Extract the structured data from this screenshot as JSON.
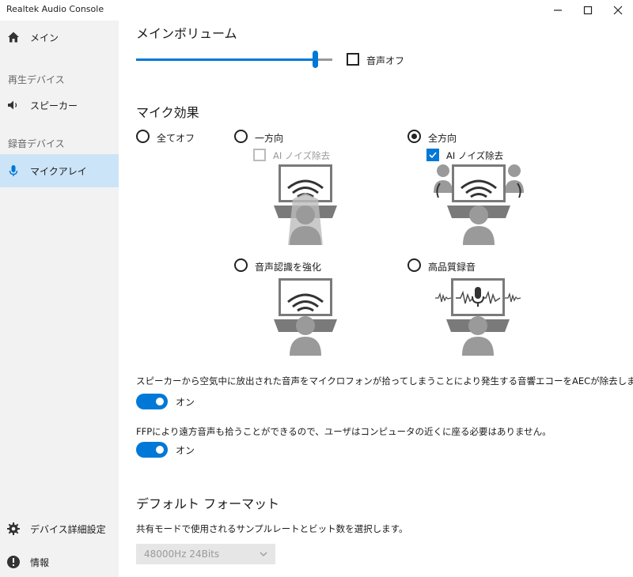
{
  "window": {
    "title": "Realtek Audio Console",
    "icons": [
      "minimize-icon",
      "maximize-icon",
      "close-icon"
    ]
  },
  "sidebar": {
    "items": [
      {
        "label": "メイン",
        "icon": "home-icon"
      },
      {
        "label": "スピーカー",
        "icon": "speaker-icon"
      },
      {
        "label": "マイクアレイ",
        "icon": "microphone-icon",
        "selected": true
      }
    ],
    "sections": [
      "再生デバイス",
      "録音デバイス"
    ],
    "bottom_items": [
      {
        "label": "デバイス詳細設定",
        "icon": "gear-icon"
      },
      {
        "label": "情報",
        "icon": "info-icon"
      }
    ]
  },
  "main_volume": {
    "heading": "メインボリューム",
    "level_percent": 91,
    "mute_label": "音声オフ",
    "mute_checked": false
  },
  "mic_effects": {
    "heading": "マイク効果",
    "options": [
      {
        "label": "全てオフ",
        "selected": false
      },
      {
        "label": "一方向",
        "selected": false,
        "ai_noise_label": "AI ノイズ除去",
        "ai_noise_checked": false,
        "ai_noise_enabled": false
      },
      {
        "label": "全方向",
        "selected": true,
        "ai_noise_label": "AI ノイズ除去",
        "ai_noise_checked": true,
        "ai_noise_enabled": true
      },
      {
        "label": "音声認識を強化",
        "selected": false
      },
      {
        "label": "高品質録音",
        "selected": false
      }
    ]
  },
  "aec": {
    "description": "スピーカーから空気中に放出された音声をマイクロフォンが拾ってしまうことにより発生する音響エコーをAECが除去します。",
    "toggle_on": true,
    "toggle_label": "オン"
  },
  "ffp": {
    "description": "FFPにより遠方音声も拾うことができるので、ユーザはコンピュータの近くに座る必要はありません。",
    "toggle_on": true,
    "toggle_label": "オン"
  },
  "default_format": {
    "heading": "デフォルト フォーマット",
    "description": "共有モードで使用されるサンプルレートとビット数を選択します。",
    "selected_value": "48000Hz 24Bits"
  },
  "colors": {
    "accent": "#0078d7",
    "sidebar_bg": "#f2f2f2",
    "selected_nav_bg": "#cce4f7",
    "illustration_gray": "#7a7a7a"
  }
}
